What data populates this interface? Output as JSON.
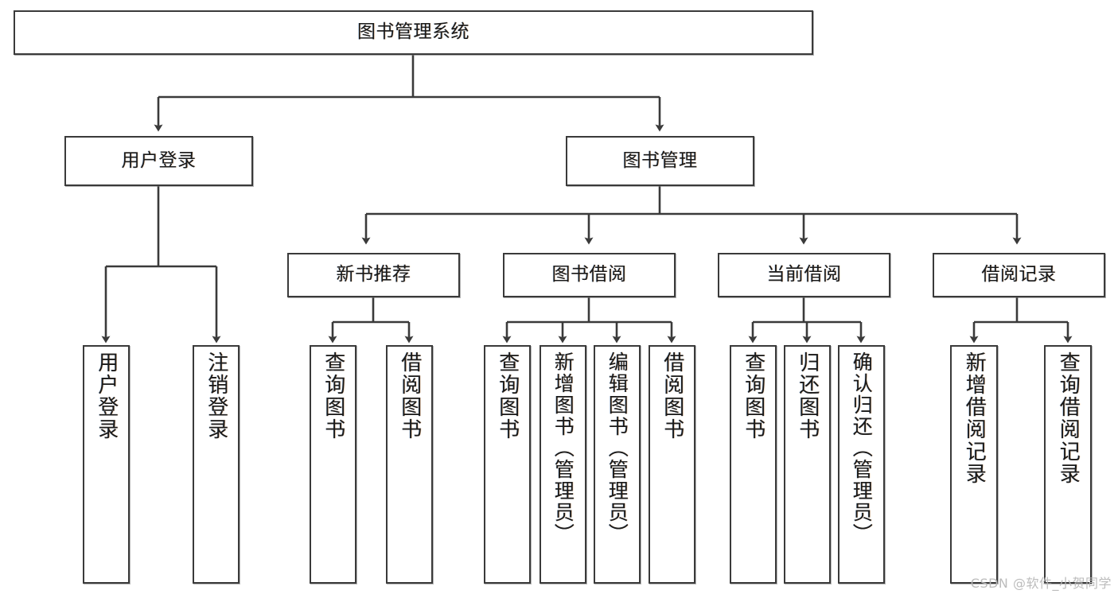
{
  "diagram": {
    "type": "tree",
    "title": "图书管理系统",
    "orientation": "top-down",
    "stroke_color": "#3a3a3a",
    "background_color": "#ffffff",
    "text_color": "#1a1a1a"
  },
  "nodes": {
    "root": {
      "label": "图书管理系统",
      "level": 1
    },
    "user_login": {
      "label": "用户登录",
      "level": 2
    },
    "book_manage": {
      "label": "图书管理",
      "level": 2
    },
    "new_book_rec": {
      "label": "新书推荐",
      "level": 3
    },
    "book_borrow": {
      "label": "图书借阅",
      "level": 3
    },
    "current_borrow": {
      "label": "当前借阅",
      "level": 3
    },
    "borrow_record": {
      "label": "借阅记录",
      "level": 3
    },
    "leaf_user_login": {
      "label": "用户登录",
      "level": 3
    },
    "leaf_logout": {
      "label": "注销登录",
      "level": 3
    },
    "leaf_query_book_1": {
      "label": "查询图书",
      "level": 4
    },
    "leaf_borrow_book_1": {
      "label": "借阅图书",
      "level": 4
    },
    "leaf_query_book_2": {
      "label": "查询图书",
      "level": 4
    },
    "leaf_add_book": {
      "label": "新增图书（管理员）",
      "level": 4
    },
    "leaf_edit_book": {
      "label": "编辑图书（管理员）",
      "level": 4
    },
    "leaf_borrow_book_2": {
      "label": "借阅图书",
      "level": 4
    },
    "leaf_query_book_3": {
      "label": "查询图书",
      "level": 4
    },
    "leaf_return_book": {
      "label": "归还图书",
      "level": 4
    },
    "leaf_confirm_return": {
      "label": "确认归还（管理员）",
      "level": 4
    },
    "leaf_add_record": {
      "label": "新增借阅记录",
      "level": 4
    },
    "leaf_query_record": {
      "label": "查询借阅记录",
      "level": 4
    }
  },
  "watermark": {
    "text": "CSDN @软件_小贺同学"
  }
}
